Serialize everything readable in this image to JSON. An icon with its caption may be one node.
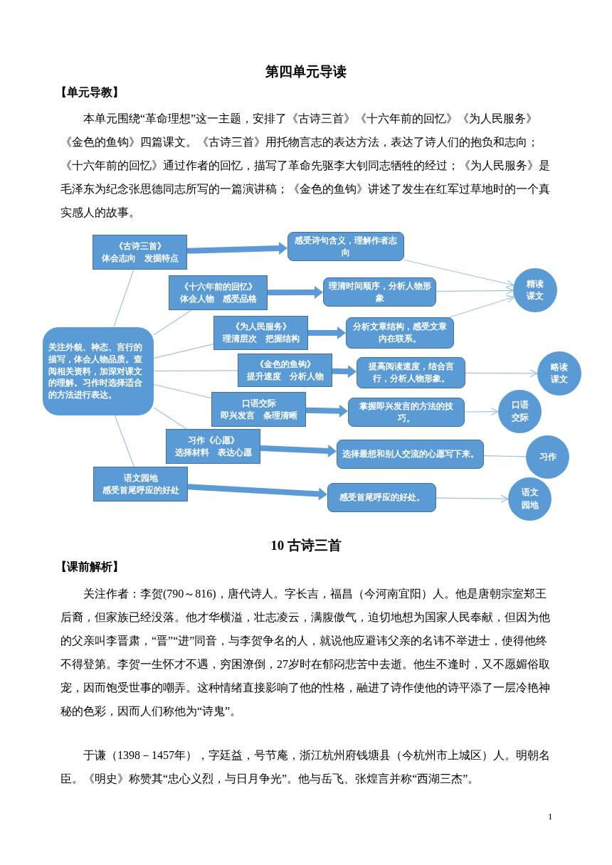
{
  "diagram": {
    "title": "第四单元导读",
    "nodes": [
      {
        "text": [
          "关注外貌、神态、言行的描写，体会人物品质。查阅相关资料，加深对课文的理解。习作时选择适合的方法进行表达。"
        ]
      },
      {
        "text": [
          "《古诗三首》",
          "体会志向　发掘特点"
        ]
      },
      {
        "text": [
          "感受诗句含义，理解作者志向"
        ]
      },
      {
        "text": [
          "《十六年前的回忆》",
          "体会人物　感受品格"
        ]
      },
      {
        "text": [
          "理清时间顺序，分析人物形象"
        ]
      },
      {
        "text": [
          "精读课文"
        ]
      },
      {
        "text": [
          "《为人民服务》",
          "理清层次　把握结构"
        ]
      },
      {
        "text": [
          "分析文章结构，感受文章内在联系。"
        ]
      },
      {
        "text": [
          "《金色的鱼钩》",
          "提升速度　分析人物"
        ]
      },
      {
        "text": [
          "提高阅读速度，结合言行，分析人物形象。"
        ]
      },
      {
        "text": [
          "略读课文"
        ]
      },
      {
        "text": [
          "口语交际",
          "即兴发言　条理清晰"
        ]
      },
      {
        "text": [
          "掌握即兴发言的方法的技巧。"
        ]
      },
      {
        "text": [
          "口语交际"
        ]
      },
      {
        "text": [
          "习作《心愿》",
          "选择材料　表达心愿"
        ]
      },
      {
        "text": [
          "选择最想和别人交流的心愿写下来。"
        ]
      },
      {
        "text": [
          "习作"
        ]
      },
      {
        "text": [
          "语文园地",
          "感受首尾呼应的好处"
        ]
      },
      {
        "text": [
          "感受首尾呼应的好处。"
        ]
      },
      {
        "text": [
          "语文园地"
        ]
      }
    ],
    "edges": [
      {
        "from": 0,
        "to": 1,
        "arrow": "none"
      },
      {
        "from": 0,
        "to": 3,
        "arrow": "none"
      },
      {
        "from": 0,
        "to": 6,
        "arrow": "none"
      },
      {
        "from": 0,
        "to": 8,
        "arrow": "none"
      },
      {
        "from": 0,
        "to": 11,
        "arrow": "none"
      },
      {
        "from": 0,
        "to": 14,
        "arrow": "none"
      },
      {
        "from": 0,
        "to": 17,
        "arrow": "none"
      },
      {
        "from": 1,
        "to": 2,
        "arrow": "to",
        "style": "thick",
        "color": "#5b9bd5"
      },
      {
        "from": 3,
        "to": 4,
        "arrow": "to",
        "style": "thick",
        "color": "#5b9bd5"
      },
      {
        "from": 6,
        "to": 7,
        "arrow": "to",
        "style": "thick",
        "color": "#5b9bd5"
      },
      {
        "from": 8,
        "to": 9,
        "arrow": "to",
        "style": "thick",
        "color": "#5b9bd5"
      },
      {
        "from": 11,
        "to": 12,
        "arrow": "to",
        "style": "thick",
        "color": "#5b9bd5"
      },
      {
        "from": 14,
        "to": 15,
        "arrow": "to",
        "style": "thick",
        "color": "#5b9bd5"
      },
      {
        "from": 17,
        "to": 18,
        "arrow": "to",
        "style": "thick",
        "color": "#5b9bd5"
      },
      {
        "from": 2,
        "to": 5,
        "arrow": "to"
      },
      {
        "from": 4,
        "to": 5,
        "arrow": "to"
      },
      {
        "from": 7,
        "to": 5,
        "arrow": "to"
      },
      {
        "from": 9,
        "to": 10,
        "arrow": "to"
      },
      {
        "from": 12,
        "to": 13,
        "arrow": "to"
      },
      {
        "from": 15,
        "to": 16,
        "arrow": "none"
      },
      {
        "from": 18,
        "to": 19,
        "arrow": "to"
      }
    ],
    "labels": [
      "【单元导教】",
      "本单元围绕“革命理想”这一主题，安排了《古诗三首》《十六年前的回忆》《为人民服务》《金色的鱼钩》四篇课文。《古诗三首》用托物言志的表达方法，表达了诗人们的抱负和志向；《十六年前的回忆》通过作者的回忆，描写了革命先驱李大钊同志牺牲的经过；《为人民服务》是毛泽东为纪念张思德同志所写的一篇演讲稿；《金色的鱼钩》讲述了发生在红军过草地时的一个真实感人的故事。",
      "10 古诗三首",
      "【课前解析】",
      "关注作者：李贺(790～816)，唐代诗人。字长吉，福昌（今河南宜阳）人。他是唐朝宗室郑王后裔，但家族已经没落。他才华横溢，壮志凌云，满腹傲气，迫切地想为国家人民奉献，但因为他的父亲叫李晋肃，“晋”“进”同音，与李贺争名的人，就说他应避讳父亲的名讳不举进士，使得他终不得登第。李贺一生怀才不遇，穷困潦倒，27岁时在郁闷悲苦中去逝。他生不逢时，又不愿媚俗取宠，因而饱受世事的嘲弄。这种情绪直接影响了他的性格，融进了诗作使他的诗平添了一层冷艳神秘的色彩，因而人们称他为“诗鬼”。",
      "于谦（1398－1457年），字廷益，号节庵，浙江杭州府钱塘县（今杭州市上城区）人。明朝名臣。《明史》称赞其“忠心义烈，与日月争光”。他与岳飞、张煌言并称“西湖三杰”。",
      "1"
    ]
  }
}
